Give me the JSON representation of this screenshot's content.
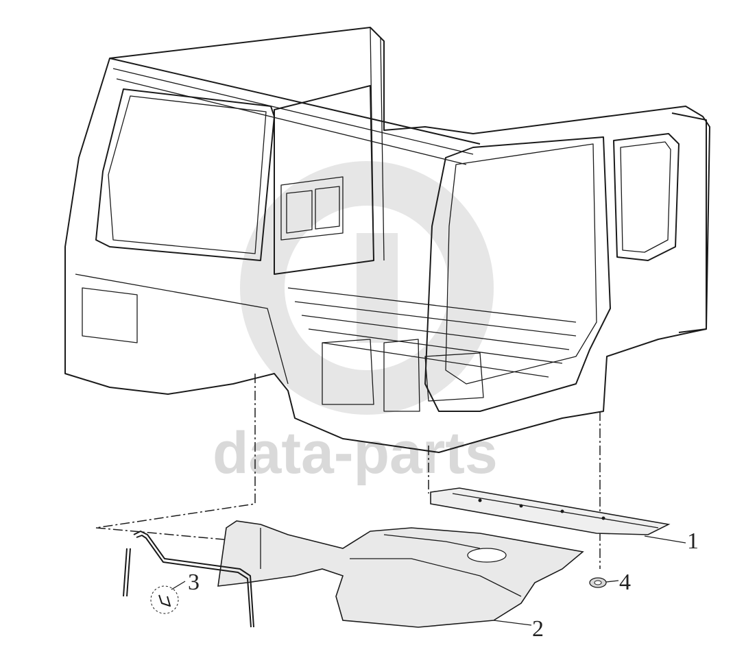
{
  "diagram": {
    "watermark": "data-parts",
    "callouts": [
      {
        "id": "1",
        "label": "1"
      },
      {
        "id": "2",
        "label": "2"
      },
      {
        "id": "3",
        "label": "3"
      },
      {
        "id": "4",
        "label": "4"
      }
    ]
  }
}
